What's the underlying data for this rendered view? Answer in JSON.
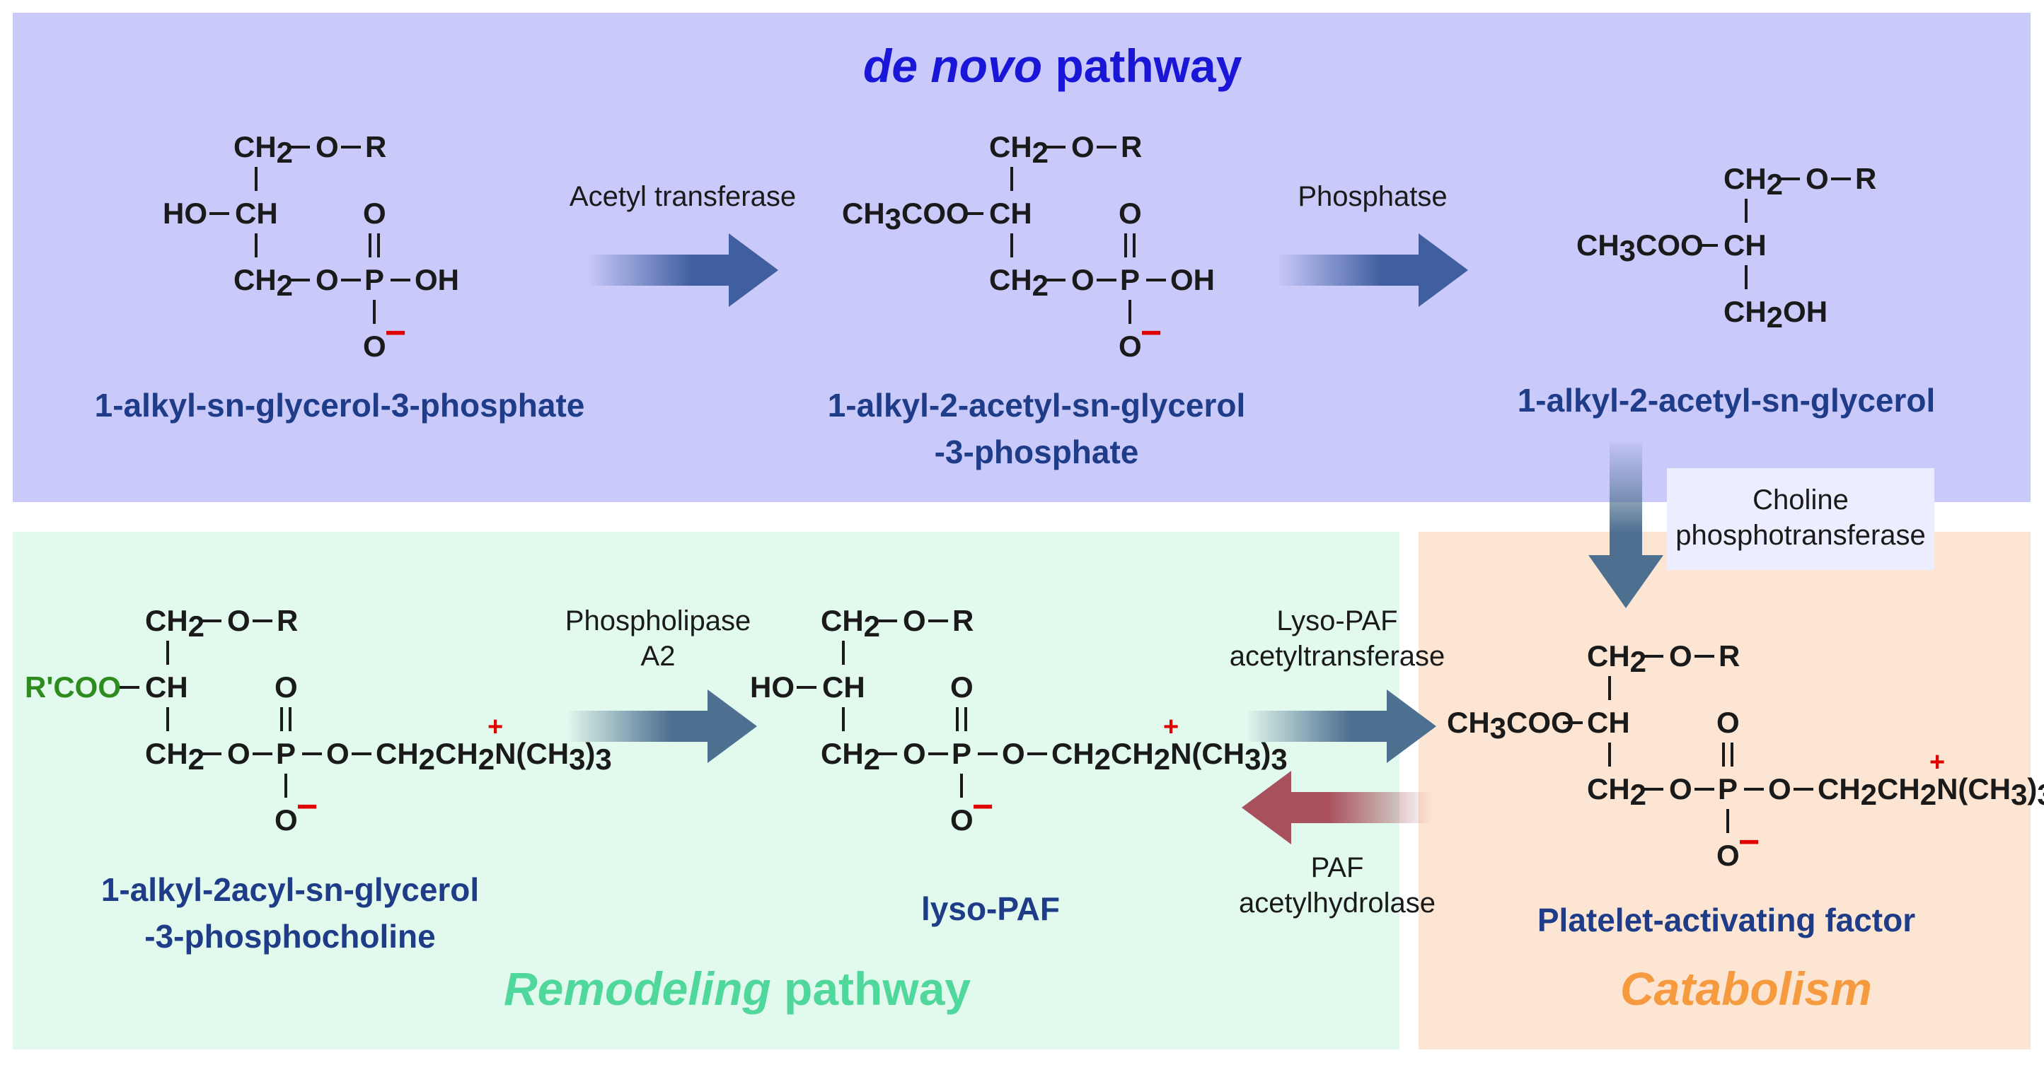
{
  "panels": {
    "de_novo": {
      "title_italic": "de novo",
      "title_rest": " pathway",
      "color": "#c9c9fa",
      "title_color": "#1a16d8"
    },
    "remodeling": {
      "title_italic": "Remodeling",
      "title_rest": " pathway",
      "color": "#e2f9ee",
      "title_color": "#4fd79c"
    },
    "catabolism": {
      "title_italic": "Catabolism",
      "color": "#fde5d3",
      "title_color": "#f59a3f"
    }
  },
  "compounds": {
    "c1": {
      "name_lines": [
        "1-alkyl-sn-glycerol-3-phosphate"
      ]
    },
    "c2": {
      "name_lines": [
        "1-alkyl-2-acetyl-sn-glycerol",
        "-3-phosphate"
      ]
    },
    "c3": {
      "name_lines": [
        "1-alkyl-2-acetyl-sn-glycerol"
      ]
    },
    "c4": {
      "name_lines": [
        "1-alkyl-2acyl-sn-glycerol",
        "-3-phosphocholine"
      ]
    },
    "c5": {
      "name_lines": [
        "lyso-PAF"
      ]
    },
    "c6": {
      "name_lines": [
        "Platelet-activating factor"
      ]
    }
  },
  "enzymes": {
    "acetyl_transferase": [
      "Acetyl transferase"
    ],
    "phosphatase": [
      "Phosphatse"
    ],
    "choline_phosphotransferase": [
      "Choline",
      "phosphotransferase"
    ],
    "phospholipase": [
      "Phospholipase",
      "A2"
    ],
    "lyso_paf_acetyltransferase": [
      "Lyso-PAF",
      "acetyltransferase"
    ],
    "paf_acetylhydrolase": [
      "PAF",
      "acetylhydrolase"
    ]
  },
  "chem_labels": {
    "ch2": "CH",
    "ch": "CH",
    "two": "2",
    "three": "3",
    "o": "O",
    "r": "R",
    "ho": "HO",
    "oh": "OH",
    "p": "P",
    "minus": "−",
    "plus": "+",
    "acetyl_pre": "CH",
    "acetyl_post": "COO",
    "ch2oh_post": "OH",
    "acyl": "R'COO",
    "choline_pre": "CH",
    "choline_mid": "CH",
    "choline_n": "N",
    "choline_me_open": "(CH",
    "choline_me_close": ")"
  },
  "colors": {
    "compound_name": "#1f3c88",
    "blue_arrow": "#3f5fa0",
    "steel_arrow": "#4d6f90",
    "red_arrow": "#a8505c",
    "charge": "#e00000",
    "acyl_green": "#2e8b1e"
  }
}
